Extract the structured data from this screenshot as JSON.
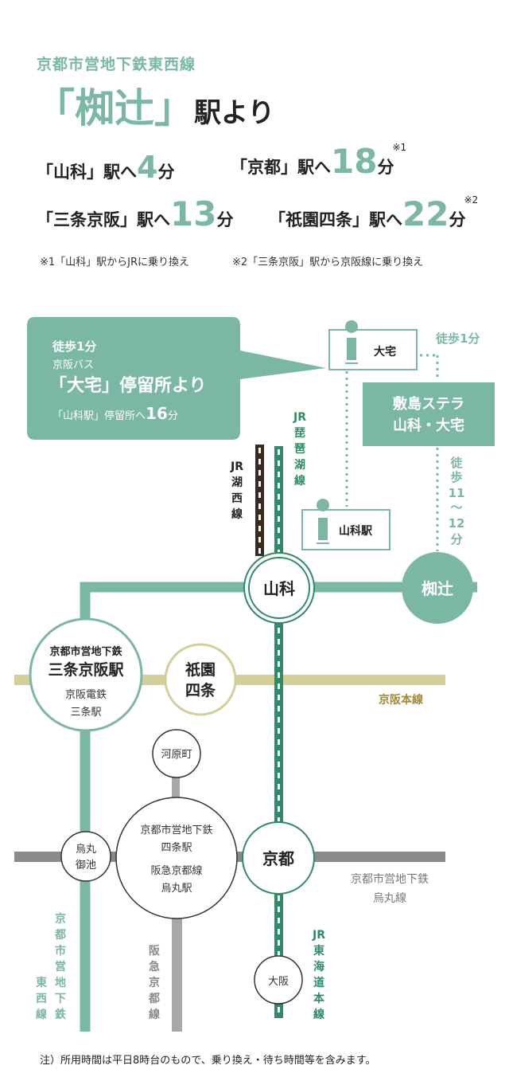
{
  "header": {
    "line_name": "京都市営地下鉄東西線",
    "station_quote": "「椥辻」",
    "station_suffix": "駅より"
  },
  "times": [
    {
      "label": "「山科」駅へ",
      "minutes": "4",
      "unit": "分",
      "note_mark": ""
    },
    {
      "label": "「京都」駅へ",
      "minutes": "18",
      "unit": "分",
      "note_mark": "※1"
    },
    {
      "label": "「三条京阪」駅へ",
      "minutes": "13",
      "unit": "分",
      "note_mark": ""
    },
    {
      "label": "「祇園四条」駅へ",
      "minutes": "22",
      "unit": "分",
      "note_mark": "※2"
    }
  ],
  "notes": {
    "note1": "※1「山科」駅からJRに乗り換え",
    "note2": "※2「三条京阪」駅から京阪線に乗り換え"
  },
  "bus_box": {
    "walk": "徒歩1分",
    "company": "京阪バス",
    "stop": "「大宅」停留所より",
    "to_label": "「山科駅」停留所へ",
    "to_minutes": "16",
    "to_unit": "分"
  },
  "map": {
    "bus_stop_otaku": "大宅",
    "bus_stop_yamashina": "山科駅",
    "walk_top": "徒歩1分",
    "property_line1": "敷島ステラ",
    "property_line2": "山科・大宅",
    "walk_side": [
      "徒",
      "歩",
      "11",
      "〜",
      "12",
      "分"
    ],
    "jr_biwako": [
      "JR",
      "琵",
      "琶",
      "湖",
      "線"
    ],
    "jr_kosei": [
      "JR",
      "湖",
      "西",
      "線"
    ],
    "station_yamashina": "山科",
    "station_nagitsuji": "椥辻",
    "sanjo_line1": "京都市営地下鉄",
    "sanjo_line2": "三条京阪駅",
    "sanjo_line3": "京阪電鉄",
    "sanjo_line4": "三条駅",
    "gion_line1": "祇園",
    "gion_line2": "四条",
    "keihan_main": "京阪本線",
    "kawaramachi": "河原町",
    "karasuma_oike_1": "烏丸",
    "karasuma_oike_2": "御池",
    "shijo_line1": "京都市営地下鉄",
    "shijo_line2": "四条駅",
    "shijo_line3": "阪急京都線",
    "shijo_line4": "烏丸駅",
    "station_kyoto": "京都",
    "karasuma_line_1": "京都市営地下鉄",
    "karasuma_line_2": "烏丸線",
    "osaka": "大阪",
    "tozai_vertical": [
      "京",
      "都",
      "市",
      "営",
      "地",
      "下",
      "鉄"
    ],
    "tozai_vertical2": [
      "東",
      "西",
      "線"
    ],
    "hankyu_vertical": [
      "阪",
      "急",
      "京",
      "都",
      "線"
    ],
    "jr_tokaido": [
      "JR",
      "東",
      "海",
      "道",
      "本",
      "線"
    ]
  },
  "footer": "注）所用時間は平日8時台のもので、乗り換え・待ち時間等を含みます。",
  "colors": {
    "tozai_green": "#7ab8a4",
    "jr_green": "#2e8b64",
    "keihan_khaki": "#d3cf97",
    "keihan_text": "#a08a3a",
    "karasuma_gray": "#8a8a8a",
    "hankyu_gray": "#a8a8a8",
    "kosei_brown": "#3a2a22"
  }
}
